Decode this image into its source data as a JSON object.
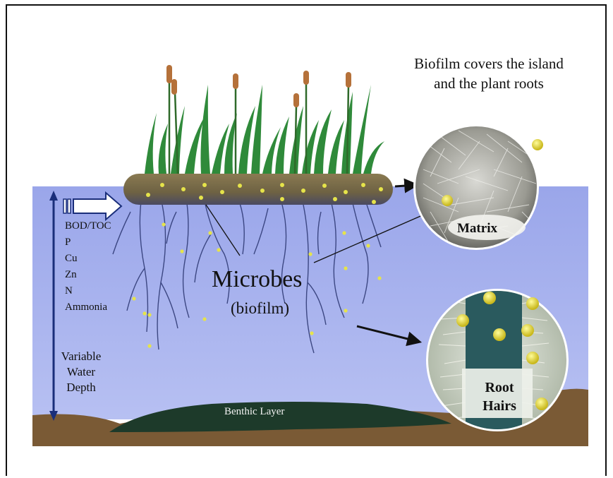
{
  "caption": {
    "line1": "Biofilm covers the island",
    "line2": "and the plant roots"
  },
  "pollutants": [
    "BOD/TOC",
    "P",
    "Cu",
    "Zn",
    "N",
    "Ammonia"
  ],
  "depth_label": {
    "line1": "Variable",
    "line2": "Water",
    "line3": "Depth"
  },
  "microbes_label": "Microbes",
  "biofilm_label": "(biofilm)",
  "benthic_label": "Benthic Layer",
  "matrix_label": "Matrix",
  "root_hairs_label": {
    "line1": "Root",
    "line2": "Hairs"
  },
  "colors": {
    "water": "#a9b4ee",
    "sediment": "#7a5a35",
    "benthic": "#1d3a2a",
    "island": "#6e6243",
    "microbe": "#e6e44a",
    "plant": "#2f8a3a",
    "root": "#2a3570"
  }
}
